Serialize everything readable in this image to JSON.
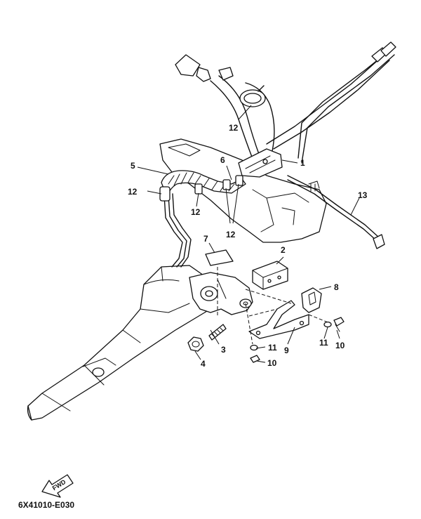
{
  "diagram": {
    "code": "6X41010-E030",
    "fwd_label": "FWD",
    "callouts": {
      "c1": "1",
      "c2": "2",
      "c3": "3",
      "c4": "4",
      "c5": "5",
      "c6": "6",
      "c7": "7",
      "c8": "8",
      "c9": "9",
      "c10a": "10",
      "c10b": "10",
      "c11a": "11",
      "c11b": "11",
      "c12a": "12",
      "c12b": "12",
      "c12c": "12",
      "c12d": "12",
      "c13": "13"
    }
  }
}
